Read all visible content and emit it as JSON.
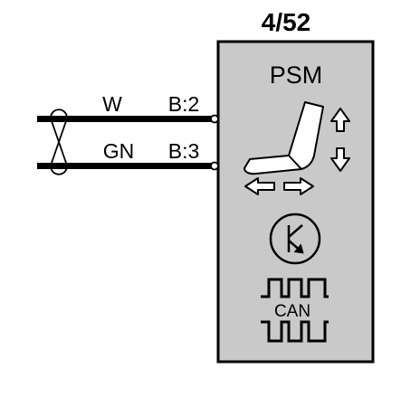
{
  "page_ref": "4/52",
  "module": {
    "name": "PSM",
    "can_label": "CAN",
    "fill_color": "#c9c9c9",
    "border_color": "#000000"
  },
  "wires": [
    {
      "color_code": "W",
      "pin": "B:2"
    },
    {
      "color_code": "GN",
      "pin": "B:3"
    }
  ],
  "icons": [
    "twisted-pair-icon",
    "seat-adjust-icon",
    "up-down-arrow-icon",
    "left-right-arrow-icon",
    "transistor-icon",
    "can-signal-icon"
  ]
}
